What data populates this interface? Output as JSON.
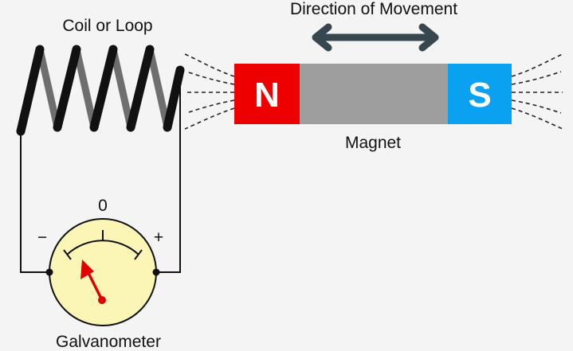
{
  "labels": {
    "coil": "Coil or Loop",
    "direction": "Direction of Movement",
    "magnet": "Magnet",
    "galvanometer": "Galvanometer"
  },
  "magnet": {
    "north": "N",
    "south": "S",
    "colors": {
      "north": "#ee0000",
      "body": "#9e9e9e",
      "south": "#0aa1f0"
    }
  },
  "galvanometer": {
    "zero": "0",
    "minus": "−",
    "plus": "+",
    "face_color": "#fbf6b5",
    "needle_color": "#e00000"
  },
  "colors": {
    "arrow": "#37474f",
    "background": "#f4f4f4"
  }
}
